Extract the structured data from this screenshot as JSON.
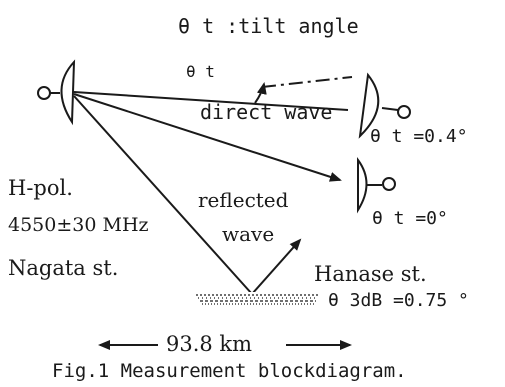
{
  "diagram": {
    "tilt_label": "θ t :tilt angle",
    "theta_small": "θ t",
    "direct_wave": "direct wave",
    "theta_upper": "θ t =0.4°",
    "theta_lower": "θ t =0°",
    "polarization": "H-pol.",
    "frequency": "4550±30 MHz",
    "reflected": "reflected",
    "wave": "wave",
    "tx_station": "Nagata st.",
    "rx_station": "Hanase st.",
    "beamwidth": "θ 3dB =0.75 °",
    "distance": "93.8 km",
    "caption": "Fig.1 Measurement blockdiagram."
  },
  "colors": {
    "ink": "#1a1a1a",
    "background": "#ffffff"
  }
}
